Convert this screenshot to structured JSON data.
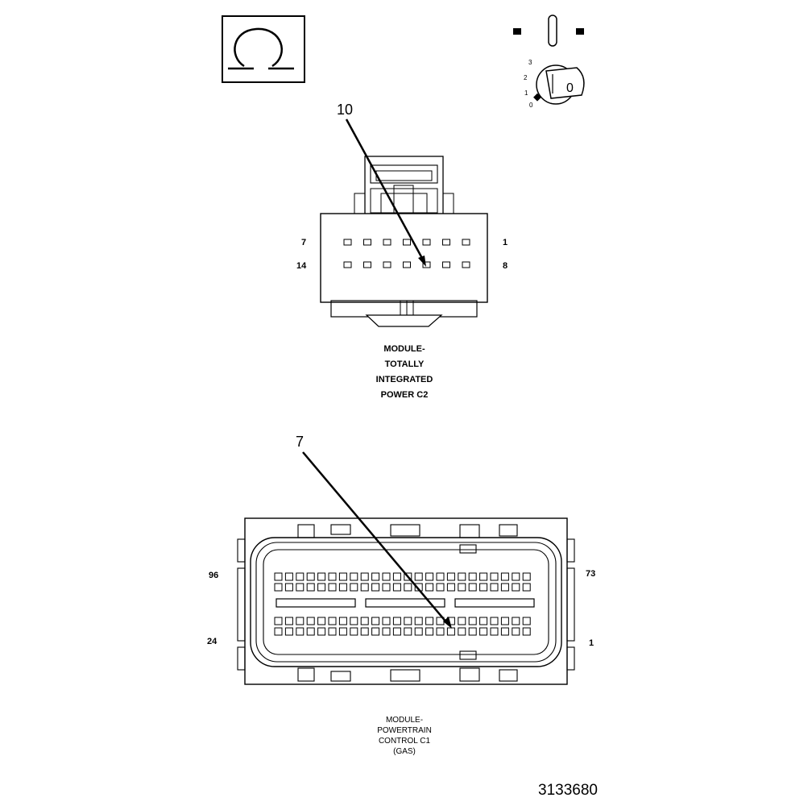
{
  "connector_c2": {
    "callout": "10",
    "pins": {
      "top_left": "7",
      "top_right": "1",
      "bottom_left": "14",
      "bottom_right": "8"
    },
    "title": "MODULE-\nTOTALLY\nINTEGRATED\nPOWER C2"
  },
  "connector_c1": {
    "callout": "7",
    "pins": {
      "top_left": "96",
      "top_right": "73",
      "bottom_left": "24",
      "bottom_right": "1"
    },
    "title": "MODULE-\nPOWERTRAIN\nCONTROL C1\n(GAS)"
  },
  "ignition": {
    "positions": [
      "3",
      "2",
      "1",
      "0"
    ],
    "key_label": "0"
  },
  "symbol": {
    "icon": "omega-resistance-icon"
  },
  "reference_id": "3133680"
}
